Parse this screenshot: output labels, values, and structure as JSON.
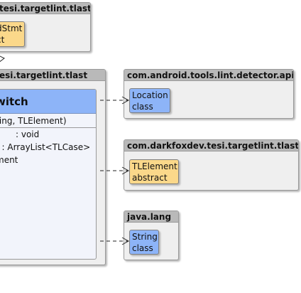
{
  "packages": {
    "top": {
      "title": "tesi.targetlint.tlast",
      "class_line1": "dStmt",
      "class_line2": "ct"
    },
    "main": {
      "title": "esi.targetlint.tlast",
      "class_title": "witch",
      "ctor": "ring, TLElement)",
      "method1": ": void",
      "method2": ") : ArrayList<TLCase>",
      "field": "ment"
    },
    "lint_api": {
      "title": "com.android.tools.lint.detector.api",
      "class_name": "Location",
      "class_kind": "class"
    },
    "tlast": {
      "title": "com.darkfoxdev.tesi.targetlint.tlast",
      "class_name": "TLElement",
      "class_kind": "abstract"
    },
    "java_lang": {
      "title": "java.lang",
      "class_name": "String",
      "class_kind": "class"
    }
  },
  "colors": {
    "class_blue": "#8db4f8",
    "class_yellow": "#fbd88a",
    "package_bg": "#efefef",
    "package_header": "#b9b9b9"
  }
}
